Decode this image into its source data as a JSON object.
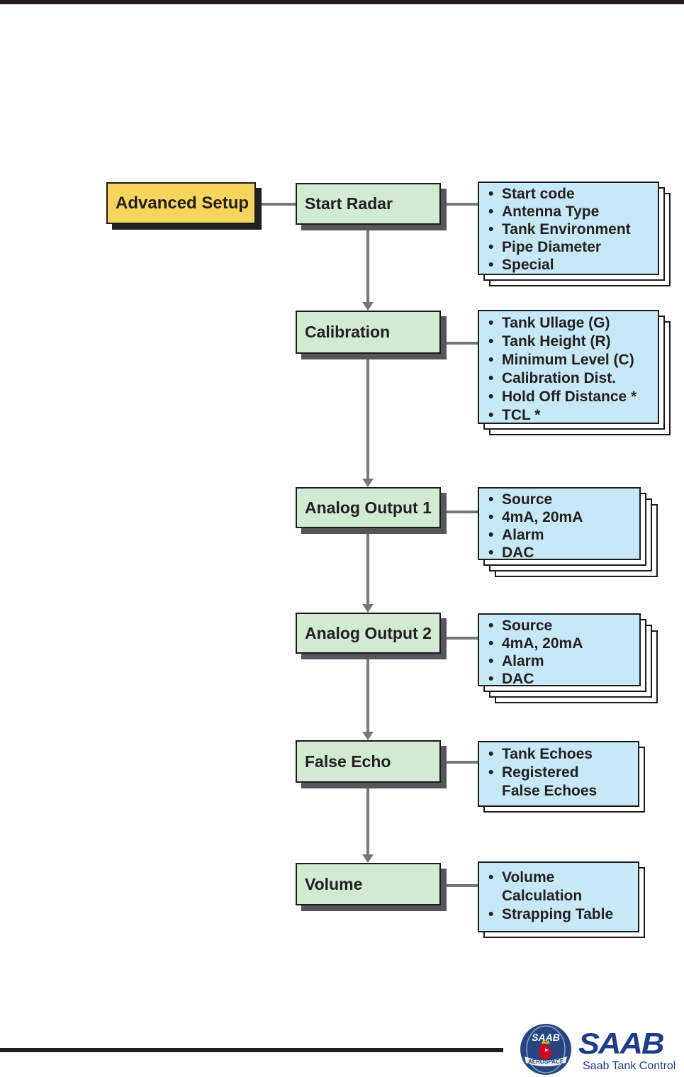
{
  "diagram": {
    "bullet_char": "•",
    "root": {
      "label": "Advanced Setup"
    },
    "sections": [
      {
        "id": "start-radar",
        "label": "Start Radar",
        "items": [
          "Start code",
          "Antenna Type",
          "Tank Environment",
          "Pipe Diameter",
          "Special"
        ]
      },
      {
        "id": "calibration",
        "label": "Calibration",
        "items": [
          "Tank Ullage (G)",
          "Tank Height (R)",
          "Minimum Level (C)",
          "Calibration Dist.",
          "Hold Off Distance *",
          "TCL *"
        ]
      },
      {
        "id": "analog-output-1",
        "label": "Analog Output 1",
        "items": [
          "Source",
          "4mA, 20mA",
          "Alarm",
          "DAC"
        ]
      },
      {
        "id": "analog-output-2",
        "label": "Analog Output 2",
        "items": [
          "Source",
          "4mA, 20mA",
          "Alarm",
          "DAC"
        ]
      },
      {
        "id": "false-echo",
        "label": "False Echo",
        "items": [
          "Tank Echoes",
          "Registered\nFalse Echoes"
        ]
      },
      {
        "id": "volume",
        "label": "Volume",
        "items": [
          "Volume\nCalculation",
          "Strapping Table"
        ]
      }
    ]
  },
  "footer": {
    "badge": {
      "top_text": "SAAB",
      "bottom_text": "AEROSPACE"
    },
    "wordmark": "SAAB",
    "tagline": "Saab Tank Control"
  },
  "colors": {
    "root_fill": "#f6d55c",
    "menu_fill": "#d2e9d2",
    "card_fill": "#c7e8f6",
    "connector_gray": "#76777a",
    "bar_black": "#231f20",
    "logo_navy": "#1f3c8c",
    "griffin_red": "#d6001c",
    "crown_gold": "#e8b100"
  }
}
